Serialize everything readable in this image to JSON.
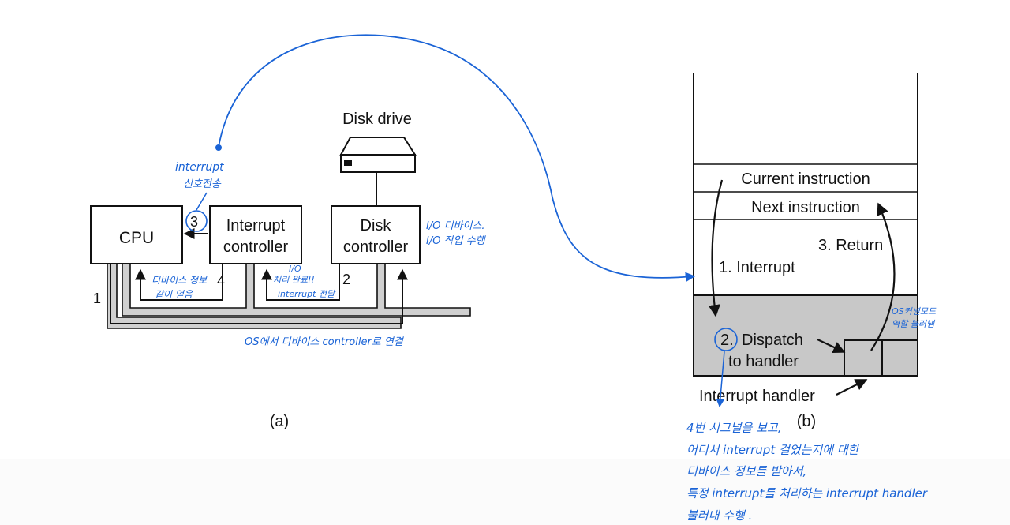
{
  "diagram_a": {
    "cpu_label": "CPU",
    "interrupt_controller_label": [
      "Interrupt",
      "controller"
    ],
    "disk_controller_label": [
      "Disk",
      "controller"
    ],
    "disk_drive_label": "Disk drive",
    "step_1": "1",
    "step_2": "2",
    "step_3": "3",
    "step_4": "4",
    "caption": "(a)"
  },
  "diagram_b": {
    "current_instruction": "Current instruction",
    "next_instruction": "Next instruction",
    "step_interrupt": "1. Interrupt",
    "step_return": "3. Return",
    "step_dispatch": [
      "Dispatch",
      "to handler"
    ],
    "step_dispatch_number": "2.",
    "interrupt_handler_label": "Interrupt handler",
    "caption": "(b)"
  },
  "annotations": {
    "interrupt_signal": [
      "interrupt",
      "신호전송"
    ],
    "device_io": [
      "I/O 디바이스.",
      "I/O 작업 수행"
    ],
    "device_info": [
      "디바이스 정보",
      "같이 얻음"
    ],
    "io_done": [
      "I/O",
      "처리 완료!!",
      "interrupt 전달"
    ],
    "os_connect": "OS에서 디바이스 controller로 연결",
    "os_kernel": [
      "OS커널모드",
      "역할 불러냄"
    ],
    "handler_note": [
      "4번 시그널을 보고,",
      "어디서 interrupt 걸었는지에 대한",
      "디바이스 정보를 받아서,",
      "특정 interrupt를 처리하는 interrupt handler",
      "불러내 수행 ."
    ]
  },
  "colors": {
    "ink": "#111111",
    "annotation_blue": "#1a63d6",
    "handler_gray": "#c8c8c8",
    "bus_gray": "#d0d0d0"
  }
}
